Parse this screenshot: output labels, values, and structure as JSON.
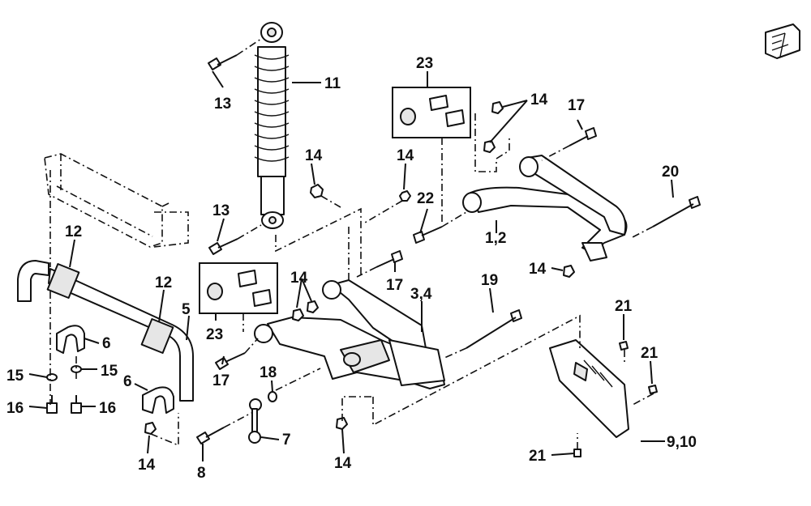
{
  "labels": {
    "l1": "1,2",
    "l3": "3,4",
    "l5": "5",
    "l6a": "6",
    "l6b": "6",
    "l7": "7",
    "l8": "8",
    "l9": "9,10",
    "l11": "11",
    "l12a": "12",
    "l12b": "12",
    "l13a": "13",
    "l13b": "13",
    "l14a": "14",
    "l14b": "14",
    "l14c": "14",
    "l14d": "14",
    "l14e": "14",
    "l14f": "14",
    "l14g": "14",
    "l15a": "15",
    "l15b": "15",
    "l16a": "16",
    "l16b": "16",
    "l17a": "17",
    "l17b": "17",
    "l17c": "17",
    "l18": "18",
    "l19": "19",
    "l20": "20",
    "l21a": "21",
    "l21b": "21",
    "l21c": "21",
    "l22": "22",
    "l23a": "23",
    "l23b": "23"
  },
  "icons": {
    "front_arrow": "front-direction-icon"
  }
}
